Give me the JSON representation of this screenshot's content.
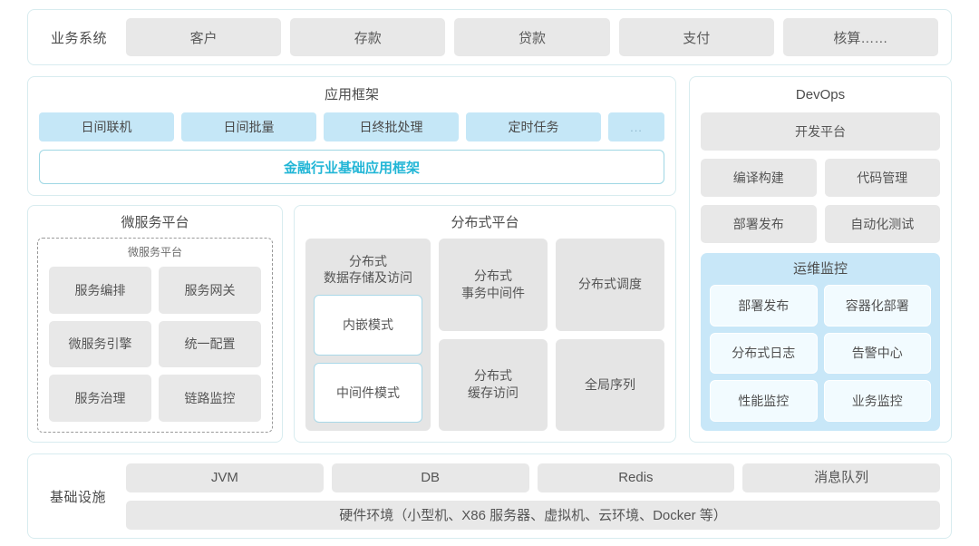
{
  "business_systems": {
    "label": "业务系统",
    "items": [
      "客户",
      "存款",
      "贷款",
      "支付",
      "核算……"
    ]
  },
  "app_framework": {
    "title": "应用框架",
    "chips": [
      "日间联机",
      "日间批量",
      "日终批处理",
      "定时任务"
    ],
    "ellipsis": "...",
    "banner": "金融行业基础应用框架"
  },
  "microservice_platform": {
    "title": "微服务平台",
    "inner_title": "微服务平台",
    "items": [
      "服务编排",
      "服务网关",
      "微服务引擎",
      "统一配置",
      "服务治理",
      "链路监控"
    ]
  },
  "distributed_platform": {
    "title": "分布式平台",
    "col1": {
      "title": "分布式\n数据存储及访问",
      "title_line1": "分布式",
      "title_line2": "数据存储及访问",
      "sub_items": [
        "内嵌模式",
        "中间件模式"
      ]
    },
    "col2": [
      {
        "line1": "分布式",
        "line2": "事务中间件"
      },
      {
        "line1": "分布式",
        "line2": "缓存访问"
      }
    ],
    "col3": [
      {
        "line1": "分布式调度",
        "line2": ""
      },
      {
        "line1": "全局序列",
        "line2": ""
      }
    ]
  },
  "devops": {
    "title": "DevOps",
    "platform": "开发平台",
    "row1": [
      "编译构建",
      "代码管理"
    ],
    "row2": [
      "部署发布",
      "自动化测试"
    ],
    "ops_monitor": {
      "title": "运维监控",
      "items": [
        "部署发布",
        "容器化部署",
        "分布式日志",
        "告警中心",
        "性能监控",
        "业务监控"
      ]
    }
  },
  "infrastructure": {
    "label": "基础设施",
    "items": [
      "JVM",
      "DB",
      "Redis",
      "消息队列"
    ],
    "hardware": "硬件环境（小型机、X86 服务器、虚拟机、云环境、Docker 等）"
  },
  "colors": {
    "panel_border": "#d8ecef",
    "gray_box": "#e8e8e8",
    "blue_chip": "#c5e7f7",
    "accent_cyan": "#22b6d6",
    "ops_panel_bg": "#c8e7f8"
  }
}
